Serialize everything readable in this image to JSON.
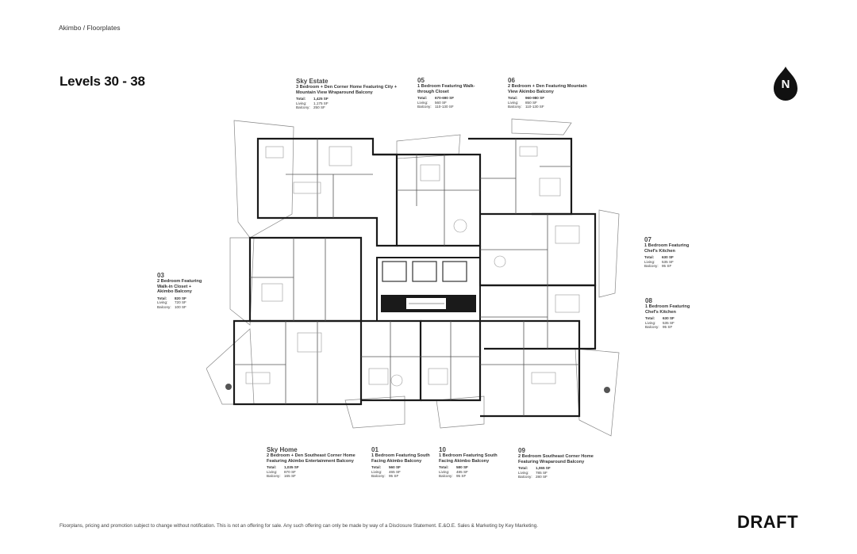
{
  "breadcrumb": "Akimbo / Floorplates",
  "title": "Levels 30 - 38",
  "north": "N",
  "units": {
    "sky_estate": {
      "num": "Sky Estate",
      "desc": "3 Bedroom + Den Corner Home Featuring City + Mountain View Wraparound Balcony",
      "total_k": "Total:",
      "total": "1,425 SF",
      "living_k": "Living:",
      "living": "1,175 SF",
      "balcony_k": "Balcony:",
      "balcony": "250 SF"
    },
    "u05": {
      "num": "05",
      "desc": "1 Bedroom Featuring Walk-through Closet",
      "total_k": "Total:",
      "total": "670-690 SF",
      "living_k": "Living:",
      "living": "560 SF",
      "balcony_k": "Balcony:",
      "balcony": "110-130 SF"
    },
    "u06": {
      "num": "06",
      "desc": "2 Bedroom + Den Featuring Mountain View Akimbo Balcony",
      "total_k": "Total:",
      "total": "960-980 SF",
      "living_k": "Living:",
      "living": "850 SF",
      "balcony_k": "Balcony:",
      "balcony": "110-130 SF"
    },
    "u07": {
      "num": "07",
      "desc": "1 Bedroom Featuring Chef's Kitchen",
      "total_k": "Total:",
      "total": "630 SF",
      "living_k": "Living:",
      "living": "535 SF",
      "balcony_k": "Balcony:",
      "balcony": "95 SF"
    },
    "u08": {
      "num": "08",
      "desc": "1 Bedroom Featuring Chef's Kitchen",
      "total_k": "Total:",
      "total": "630 SF",
      "living_k": "Living:",
      "living": "535 SF",
      "balcony_k": "Balcony:",
      "balcony": "95 SF"
    },
    "u03": {
      "num": "03",
      "desc": "2 Bedroom Featuring Walk-in Closet + Akimbo Balcony",
      "total_k": "Total:",
      "total": "820 SF",
      "living_k": "Living:",
      "living": "720 SF",
      "balcony_k": "Balcony:",
      "balcony": "100 SF"
    },
    "sky_home": {
      "num": "Sky Home",
      "desc": "2 Bedroom + Den Southeast Corner Home Featuring Akimbo Entertainment Balcony",
      "total_k": "Total:",
      "total": "1,035 SF",
      "living_k": "Living:",
      "living": "870 SF",
      "balcony_k": "Balcony:",
      "balcony": "165 SF"
    },
    "u01": {
      "num": "01",
      "desc": "1 Bedroom Featuring South Facing Akimbo Balcony",
      "total_k": "Total:",
      "total": "560 SF",
      "living_k": "Living:",
      "living": "465 SF",
      "balcony_k": "Balcony:",
      "balcony": "95 SF"
    },
    "u10": {
      "num": "10",
      "desc": "1 Bedroom Featuring South Facing Akimbo Balcony",
      "total_k": "Total:",
      "total": "580 SF",
      "living_k": "Living:",
      "living": "485 SF",
      "balcony_k": "Balcony:",
      "balcony": "95 SF"
    },
    "u09": {
      "num": "09",
      "desc": "2 Bedroom Southeast Corner Home Featuring Wraparound Balcony",
      "total_k": "Total:",
      "total": "1,065 SF",
      "living_k": "Living:",
      "living": "785 SF",
      "balcony_k": "Balcony:",
      "balcony": "280 SF"
    }
  },
  "footer": "Floorplans, pricing and promotion subject to change without notification. This is not an offering for sale. Any such offering can only be made by way of a Disclosure Statement. E.&O.E. Sales & Marketing by Key Marketing.",
  "stamp": "DRAFT",
  "colors": {
    "ink": "#111111",
    "wall": "#1a1a1a",
    "line": "#777777"
  }
}
